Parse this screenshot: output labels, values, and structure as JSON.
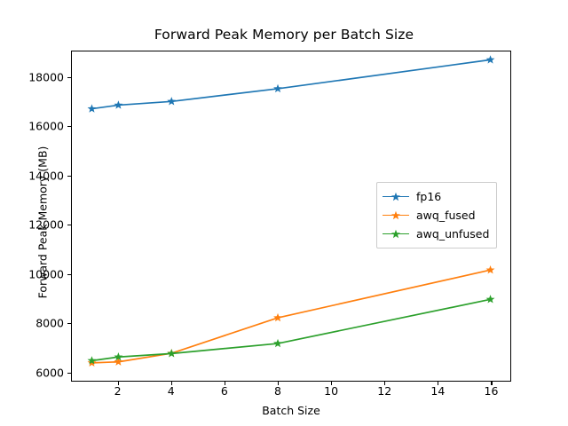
{
  "chart_data": {
    "type": "line",
    "title": "Forward Peak Memory per Batch Size",
    "xlabel": "Batch Size",
    "ylabel": "Forward Peak Memory (MB)",
    "x": [
      1,
      2,
      4,
      8,
      16
    ],
    "xlim": [
      0.25,
      16.75
    ],
    "ylim": [
      5630,
      19070
    ],
    "xticks": [
      2,
      4,
      6,
      8,
      10,
      12,
      14,
      16
    ],
    "xtick_labels": [
      "2",
      "4",
      "6",
      "8",
      "10",
      "12",
      "14",
      "16"
    ],
    "yticks": [
      6000,
      8000,
      10000,
      12000,
      14000,
      16000,
      18000
    ],
    "ytick_labels": [
      "6000",
      "8000",
      "10000",
      "12000",
      "14000",
      "16000",
      "18000"
    ],
    "grid": false,
    "marker": "star",
    "legend_position": "center-right",
    "series": [
      {
        "name": "fp16",
        "color": "#1f77b4",
        "values": [
          16730,
          16880,
          17030,
          17550,
          18730
        ]
      },
      {
        "name": "awq_fused",
        "color": "#ff7f0e",
        "values": [
          6360,
          6400,
          6750,
          8200,
          10150
        ]
      },
      {
        "name": "awq_unfused",
        "color": "#2ca02c",
        "values": [
          6450,
          6600,
          6740,
          7150,
          8950
        ]
      }
    ]
  },
  "colors": {
    "background": "#ffffff",
    "axis": "#000000",
    "text": "#000000",
    "legend_border": "#cccccc"
  }
}
